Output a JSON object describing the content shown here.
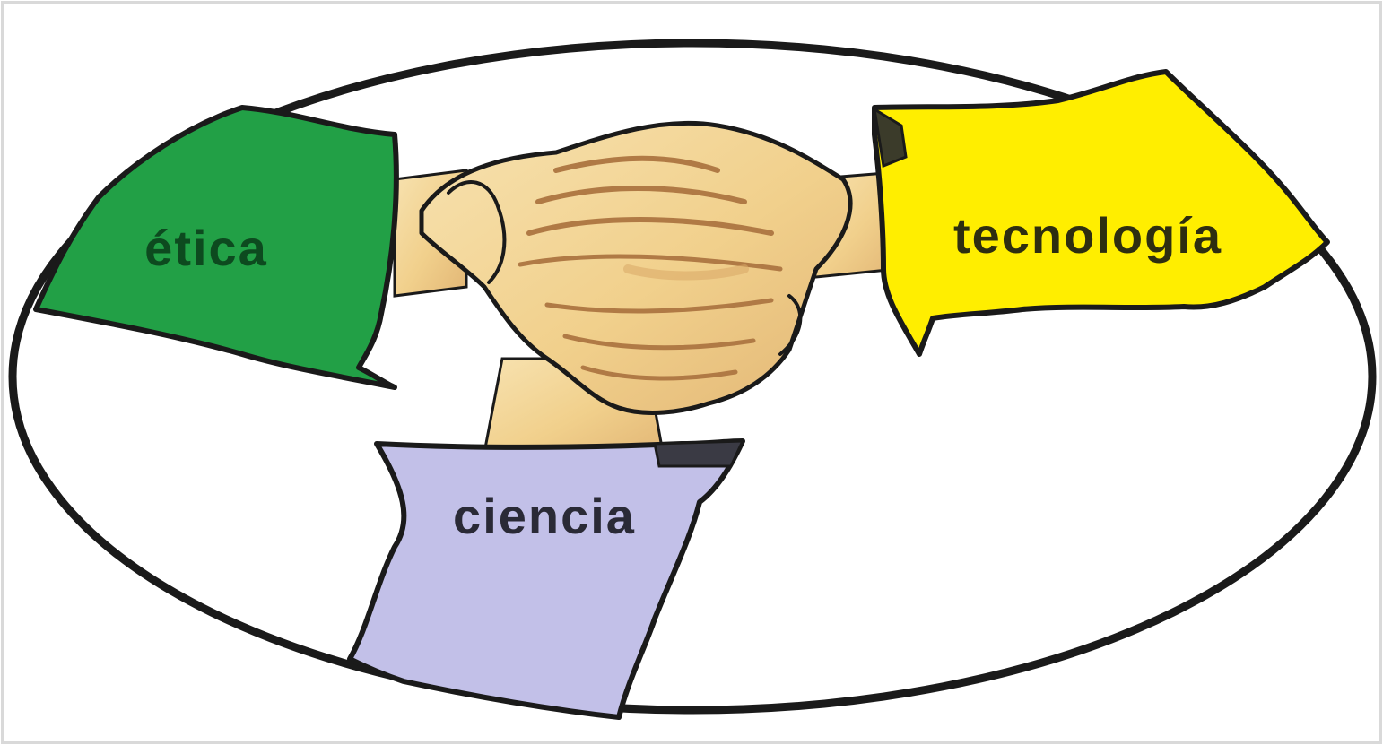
{
  "labels": {
    "etica": "ética",
    "tecnologia": "tecnología",
    "ciencia": "ciencia"
  },
  "colors": {
    "background": "#ffffff",
    "outline": "#1a1a1a",
    "etica_sleeve": "#22a046",
    "tecnologia_sleeve": "#ffee00",
    "ciencia_sleeve": "#c2c0e8",
    "skin": "#f3d59a",
    "skin_shadow": "#c4945c",
    "etica_text": "#0d4a1f",
    "tecnologia_text": "#2e2e10",
    "ciencia_text": "#2a2a36"
  },
  "icons": {
    "handshake": "handshake-icon"
  }
}
